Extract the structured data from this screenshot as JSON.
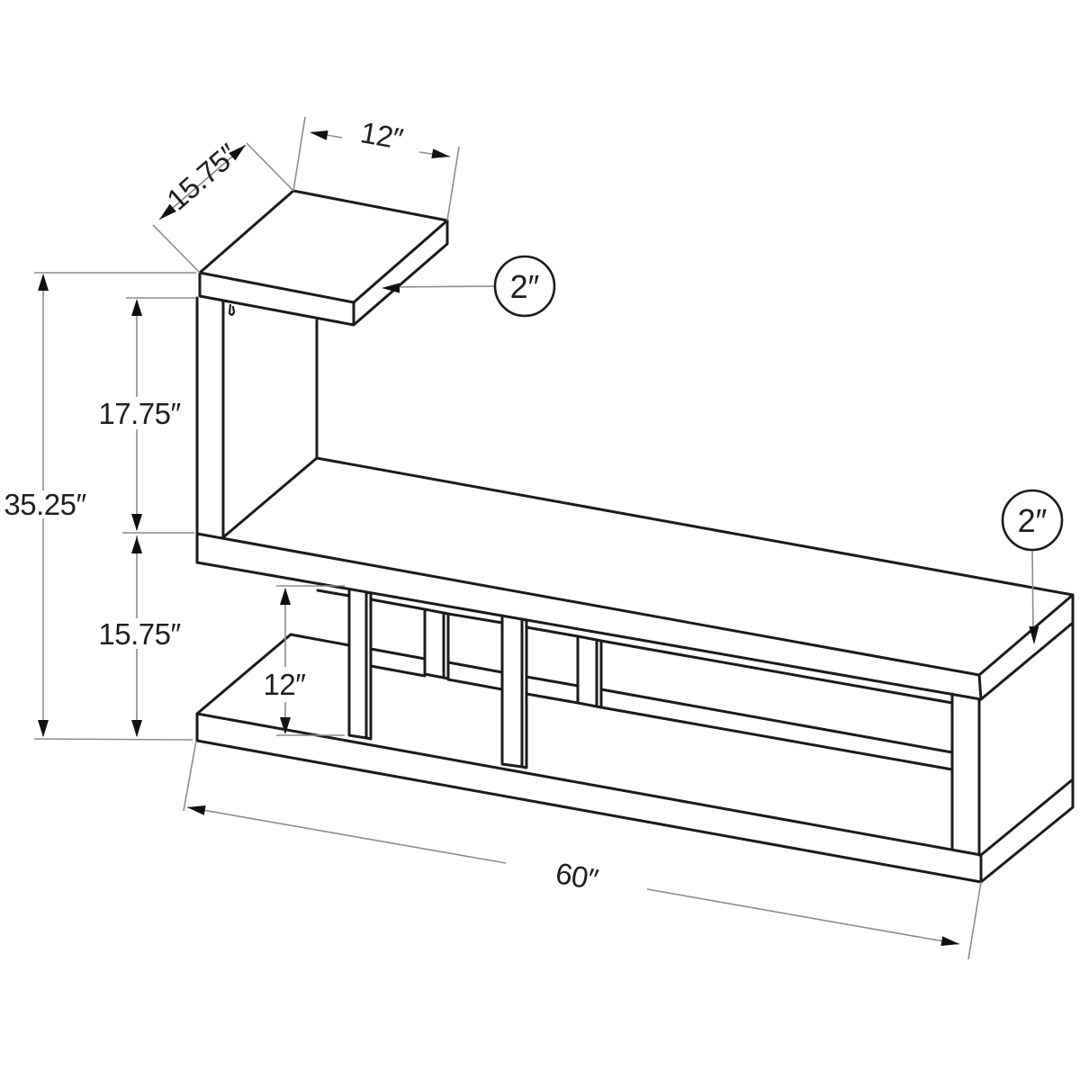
{
  "drawing": {
    "kind": "furniture dimension diagram",
    "units": "inches",
    "background": "#ffffff",
    "structure_color": "#1b1b1b",
    "dimension_line_color": "#8c8c8c",
    "text_color": "#1f1f1f"
  },
  "labels": {
    "top_shelf_depth": "15.75″",
    "top_shelf_width": "12″",
    "top_shelf_thickness": "2″",
    "overall_height": "35.25″",
    "upper_opening_height": "17.75″",
    "lower_section_height": "15.75″",
    "lower_opening_height": "12″",
    "main_shelf_thickness": "2″",
    "overall_width": "60″"
  }
}
